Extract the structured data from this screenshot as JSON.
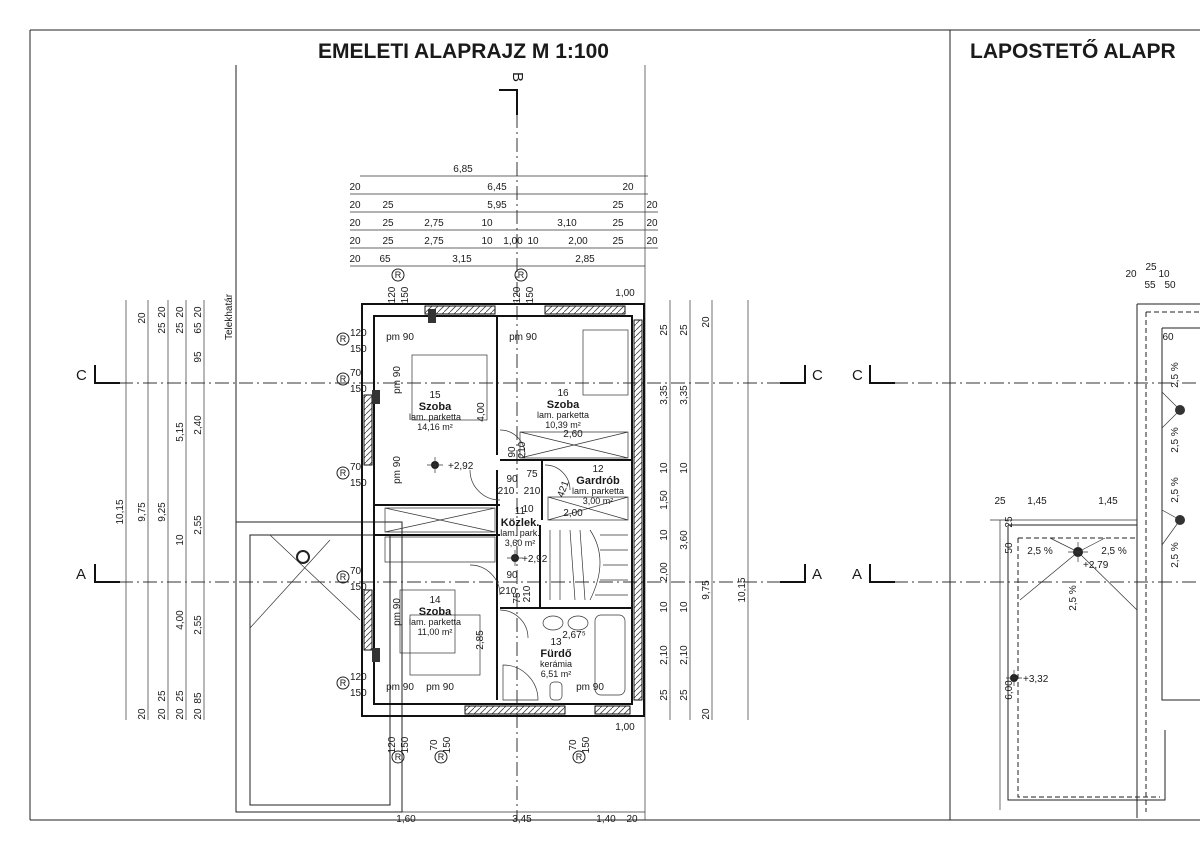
{
  "titles": {
    "floor_plan": "EMELETI ALAPRAJZ  M 1:100",
    "roof_plan": "LAPOSTETŐ ALAPR"
  },
  "section_markers": {
    "b": "B",
    "c": "C",
    "a": "A"
  },
  "property_line": "Telekhatár",
  "rooms": [
    {
      "number": "15",
      "name": "Szoba",
      "finish": "lam. parketta",
      "area": "14,16 m²"
    },
    {
      "number": "16",
      "name": "Szoba",
      "finish": "lam. parketta",
      "area": "10,39 m²"
    },
    {
      "number": "12",
      "name": "Gardrób",
      "finish": "lam. parketta",
      "area": "3,00 m²"
    },
    {
      "number": "11",
      "name": "Közlek.",
      "finish": "lam. park.",
      "area": "3,60 m²"
    },
    {
      "number": "14",
      "name": "Szoba",
      "finish": "lam. parketta",
      "area": "11,00 m²"
    },
    {
      "number": "13",
      "name": "Fürdő",
      "finish": "kerámia",
      "area": "6,51 m²"
    }
  ],
  "elevations": [
    "+2,92",
    "+2,92",
    "+2,79",
    "+3,32"
  ],
  "dims": {
    "top": [
      "6,85",
      "20",
      "6,45",
      "20",
      "20",
      "25",
      "5,95",
      "25",
      "20",
      "20",
      "25",
      "2,75",
      "10",
      "3,10",
      "25",
      "20",
      "20",
      "25",
      "2,75",
      "10",
      "1,00",
      "10",
      "2,00",
      "25",
      "20",
      "20",
      "65",
      "3,15",
      "2,85"
    ],
    "left": [
      "10,15",
      "20",
      "9,75",
      "20",
      "20",
      "25",
      "9,25",
      "25",
      "20",
      "20",
      "25",
      "5,15",
      "10",
      "4,00",
      "25",
      "20",
      "20",
      "65",
      "95",
      "2,40",
      "2,55",
      "2,55",
      "85",
      "20"
    ],
    "right": [
      "25",
      "3,35",
      "10",
      "1,50",
      "10",
      "2,00",
      "10",
      "2,10",
      "25",
      "25",
      "3,35",
      "10",
      "3,60",
      "10",
      "2,10",
      "25",
      "20",
      "9,75",
      "20",
      "10,15"
    ],
    "bottom": [
      "1,60",
      "3,45",
      "1,40",
      "20"
    ],
    "interior": [
      "pm 90",
      "pm 90",
      "pm 90",
      "pm 90",
      "pm 90",
      "pm 90",
      "pm 90",
      "pm 90",
      "4,00",
      "90",
      "210",
      "90",
      "75",
      "210",
      "210",
      "2,60",
      "2,00",
      "10",
      "90",
      "210",
      "75",
      "210",
      "2,85",
      "2,67⁵",
      "1,00",
      "1,00",
      "421"
    ],
    "windows": [
      "120",
      "150",
      "70",
      "150",
      "70",
      "150",
      "70",
      "150",
      "120",
      "150",
      "120",
      "150",
      "120",
      "150",
      "120",
      "150",
      "70",
      "150",
      "70",
      "150"
    ],
    "window_mark": "R",
    "roof": [
      "25",
      "20",
      "10",
      "55",
      "50",
      "60",
      "2,5 %",
      "2,5 %",
      "2,5 %",
      "2,5 %",
      "25",
      "1,45",
      "1,45",
      "50",
      "25",
      "2,5 %",
      "2,5 %",
      "2,5 %",
      "6,00"
    ]
  }
}
